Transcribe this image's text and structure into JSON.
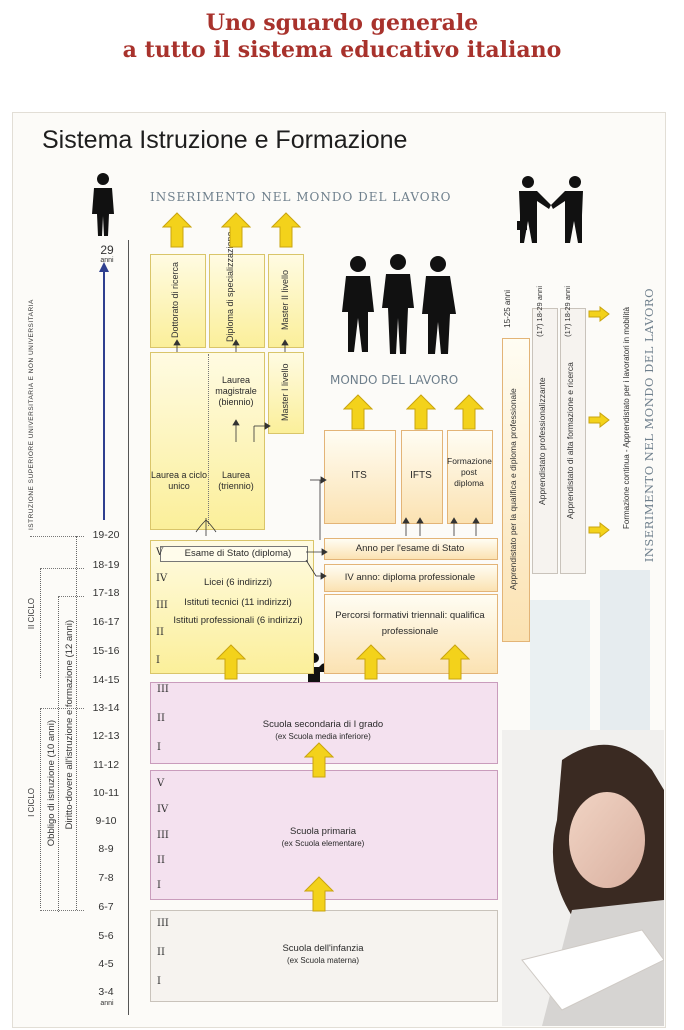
{
  "title_line1": "Uno sguardo generale",
  "title_line2": "a tutto il sistema educativo italiano",
  "panel_title": "Sistema Istruzione e Formazione",
  "top_heading": "INSERIMENTO NEL MONDO DEL LAVORO",
  "mondo_lavoro": "MONDO DEL LAVORO",
  "right_heading": "INSERIMENTO NEL MONDO DEL LAVORO",
  "age29": "29",
  "age29_unit": "anni",
  "age34_unit": "anni",
  "ages": [
    "19-20",
    "18-19",
    "17-18",
    "16-17",
    "15-16",
    "14-15",
    "13-14",
    "12-13",
    "11-12",
    "10-11",
    "9-10",
    "8-9",
    "7-8",
    "6-7",
    "5-6",
    "4-5",
    "3-4"
  ],
  "side": {
    "istruzione_superiore": "ISTRUZIONE SUPERIORE UNIVERSITARIA E NON UNIVERSITARIA",
    "ii_ciclo": "II CICLO",
    "i_ciclo": "I CICLO",
    "diritto_dovere": "Diritto-dovere all'istruzione e formazione (12 anni)",
    "obbligo": "Obbligo di istruzione (10 anni)"
  },
  "university": {
    "dottorato": "Dottorato di ricerca",
    "diploma_spec": "Diploma di specializzazione",
    "master2": "Master II livello",
    "laurea_magistrale": "Laurea magistrale (biennio)",
    "master1": "Master I livello",
    "laurea_ciclo_unico": "Laurea a ciclo unico",
    "laurea_triennio": "Laurea (triennio)"
  },
  "tertiary": {
    "its": "ITS",
    "ifts": "IFTS",
    "formazione_post": "Formazione post diploma"
  },
  "secondary": {
    "esame_stato": "Esame di Stato (diploma)",
    "licei": "Licei (6 indirizzi)",
    "istituti_tecnici": "Istituti tecnici (11 indirizzi)",
    "istituti_professionali": "Istituti professionali (6 indirizzi)",
    "anno_esame": "Anno per l'esame di Stato",
    "iv_anno": "IV anno: diploma professionale",
    "percorsi": "Percorsi formativi triennali: qualifica professionale",
    "roman": [
      "V",
      "IV",
      "III",
      "II",
      "I"
    ]
  },
  "apprenticeship": {
    "qualifica": "Apprendistato per la qualifica e diploma professionale",
    "qualifica_age": "15-25 anni",
    "professionalizzante": "Apprendistato professionalizzante",
    "professionalizzante_age": "(17) 18-29 anni",
    "alta_formazione": "Apprendistato di alta formazione e ricerca",
    "alta_formazione_age": "(17) 18-29 anni",
    "formazione_continua": "Formazione continua - Apprendistato per i lavoratori in mobilità"
  },
  "media": {
    "name": "Scuola secondaria di I grado",
    "sub": "(ex Scuola media inferiore)",
    "roman": [
      "III",
      "II",
      "I"
    ]
  },
  "primaria": {
    "name": "Scuola primaria",
    "sub": "(ex Scuola elementare)",
    "roman": [
      "V",
      "IV",
      "III",
      "II",
      "I"
    ]
  },
  "infanzia": {
    "name": "Scuola dell'infanzia",
    "sub": "(ex Scuola materna)",
    "roman": [
      "III",
      "II",
      "I"
    ]
  }
}
